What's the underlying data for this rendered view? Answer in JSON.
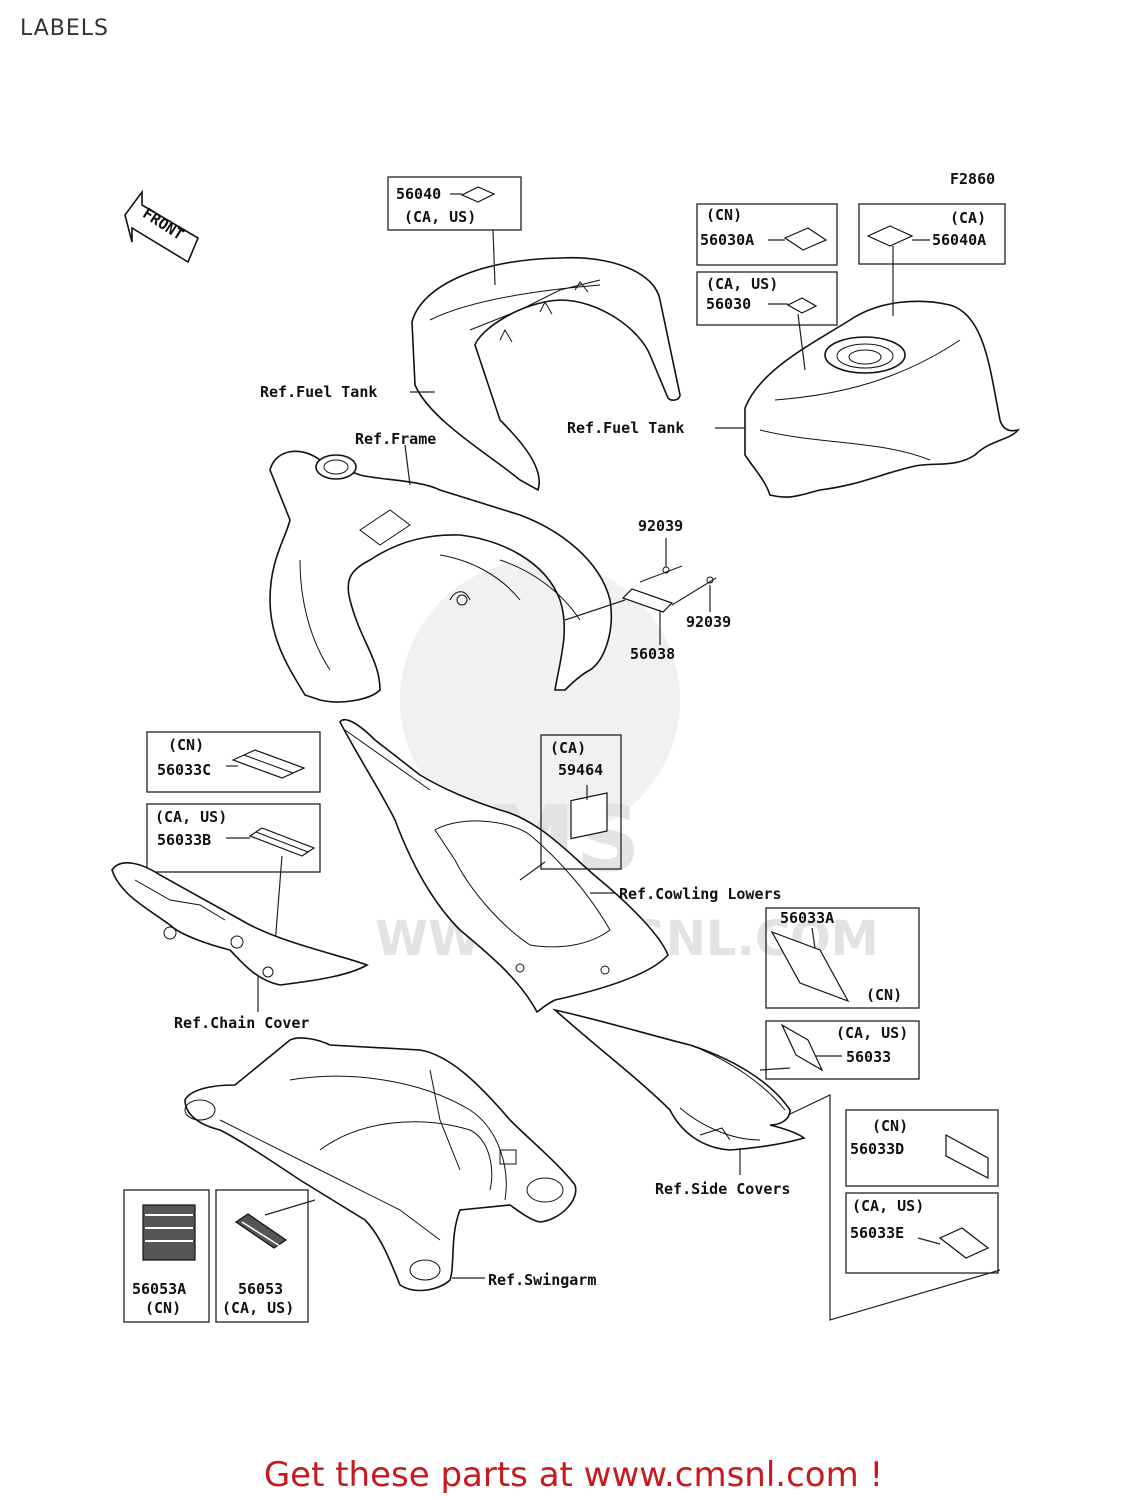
{
  "page": {
    "title": "LABELS",
    "footer_link": "Get these parts at www.cmsnl.com !"
  },
  "diagram": {
    "figure_code": "F2860",
    "front_label": "FRONT",
    "watermark": {
      "brand": "CMS",
      "url": "WWW.CMSNL.COM"
    },
    "references": {
      "fuel_tank_left": "Ref.Fuel Tank",
      "fuel_tank_right": "Ref.Fuel Tank",
      "frame": "Ref.Frame",
      "cowling_lowers": "Ref.Cowling Lowers",
      "chain_cover": "Ref.Chain Cover",
      "side_covers": "Ref.Side Covers",
      "swingarm": "Ref.Swingarm"
    },
    "parts": {
      "p56040": {
        "number": "56040",
        "region": "(CA, US)"
      },
      "p56030A": {
        "number": "56030A",
        "region": "(CN)"
      },
      "p56030": {
        "number": "56030",
        "region": "(CA, US)"
      },
      "p56040A": {
        "number": "56040A",
        "region": "(CA)"
      },
      "p92039_a": {
        "number": "92039"
      },
      "p92039_b": {
        "number": "92039"
      },
      "p56038": {
        "number": "56038"
      },
      "p56033C": {
        "number": "56033C",
        "region": "(CN)"
      },
      "p56033B": {
        "number": "56033B",
        "region": "(CA, US)"
      },
      "p59464": {
        "number": "59464",
        "region": "(CA)"
      },
      "p56033A": {
        "number": "56033A",
        "region": "(CN)"
      },
      "p56033": {
        "number": "56033",
        "region": "(CA, US)"
      },
      "p56033D": {
        "number": "56033D",
        "region": "(CN)"
      },
      "p56033E": {
        "number": "56033E",
        "region": "(CA, US)"
      },
      "p56053A": {
        "number": "56053A",
        "region": "(CN)"
      },
      "p56053": {
        "number": "56053",
        "region": "(CA, US)"
      }
    }
  }
}
